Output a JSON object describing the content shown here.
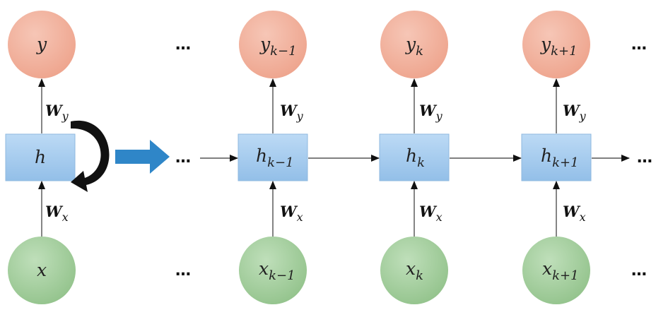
{
  "colors": {
    "output_node": "#f2b3a0",
    "input_node": "#a9d1a3",
    "hidden_box": "#a8cdef",
    "unfold_arrow": "#2f86c8",
    "loop_arrow": "#111111"
  },
  "folded": {
    "output": "y",
    "hidden": "h",
    "input": "x",
    "w_out": {
      "base": "W",
      "sub": "y"
    },
    "w_in": {
      "base": "W",
      "sub": "x"
    }
  },
  "unfolded": {
    "steps": [
      {
        "output": {
          "base": "y",
          "sub": "k−1"
        },
        "hidden": {
          "base": "h",
          "sub": "k−1"
        },
        "input": {
          "base": "x",
          "sub": "k−1"
        }
      },
      {
        "output": {
          "base": "y",
          "sub": "k"
        },
        "hidden": {
          "base": "h",
          "sub": "k"
        },
        "input": {
          "base": "x",
          "sub": "k"
        }
      },
      {
        "output": {
          "base": "y",
          "sub": "k+1"
        },
        "hidden": {
          "base": "h",
          "sub": "k+1"
        },
        "input": {
          "base": "x",
          "sub": "k+1"
        }
      }
    ],
    "w_out": {
      "base": "W",
      "sub": "y"
    },
    "w_in": {
      "base": "W",
      "sub": "x"
    },
    "ellipsis": "…"
  }
}
